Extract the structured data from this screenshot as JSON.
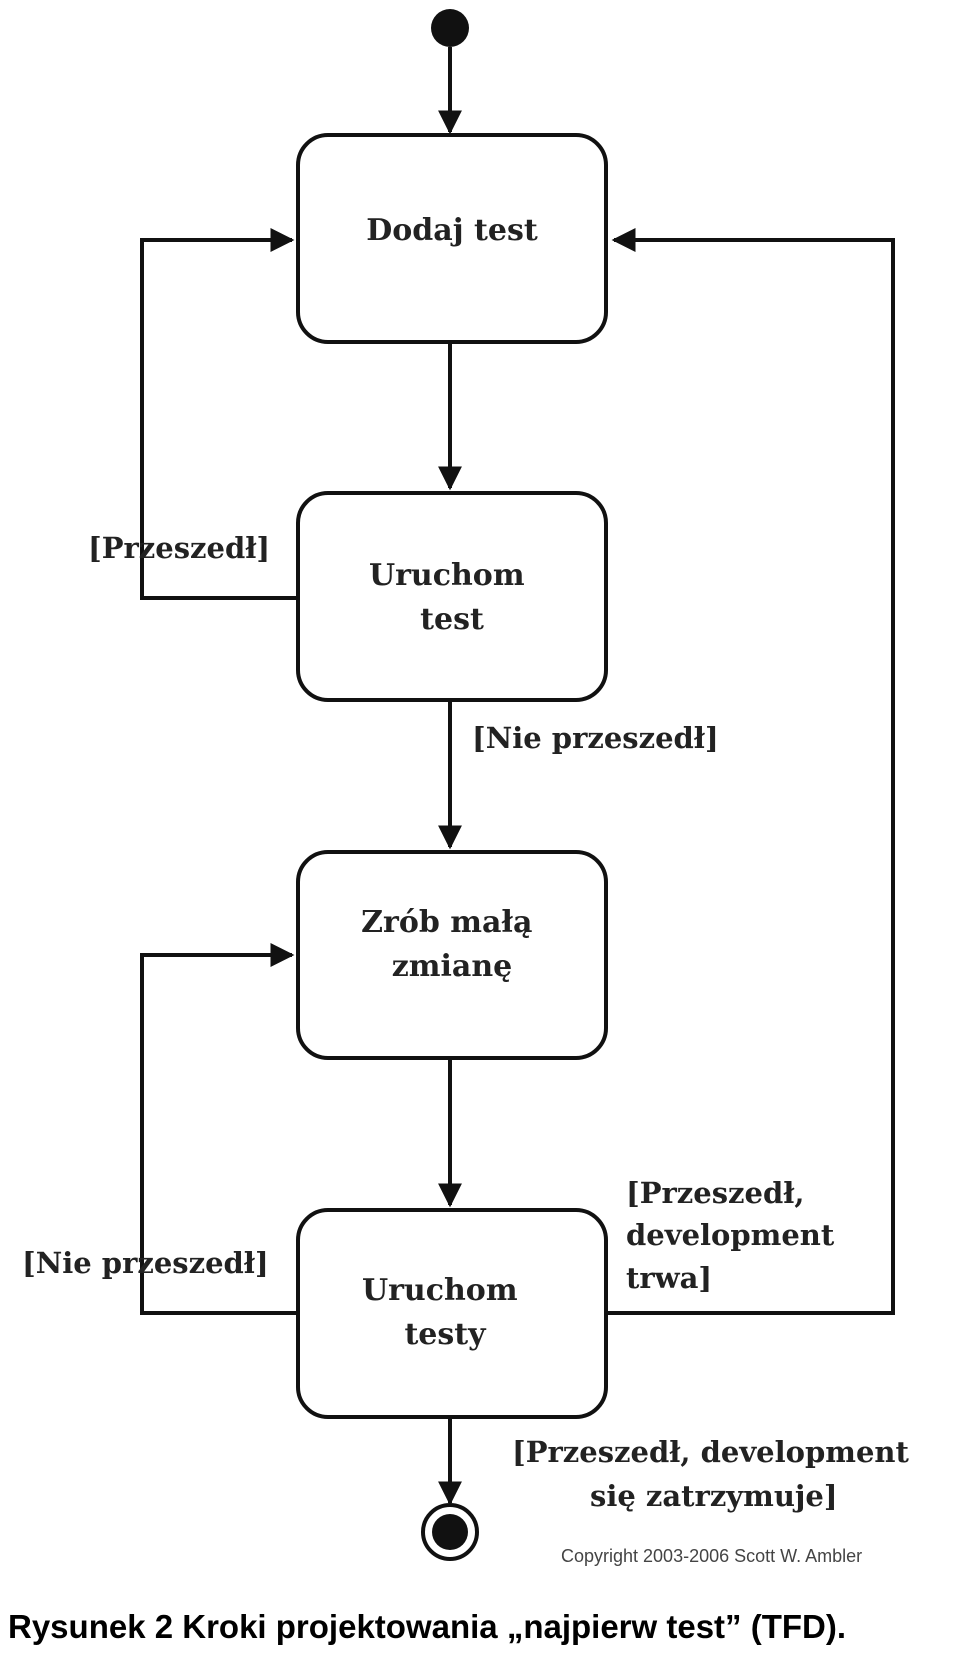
{
  "states": {
    "add_test": [
      "Dodaj test"
    ],
    "run_test": [
      "Uruchom",
      "test"
    ],
    "make_change": [
      "Zrób małą",
      "zmianę"
    ],
    "run_tests": [
      "Uruchom",
      "testy"
    ]
  },
  "guards": {
    "run_test_passed": [
      "[Przeszedł]"
    ],
    "run_test_failed": [
      "[Nie przeszedł]"
    ],
    "run_tests_failed": [
      "[Nie przeszedł]"
    ],
    "run_tests_passed_continue": [
      "[Przeszedł,",
      "development",
      "trwa]"
    ],
    "run_tests_passed_stop": [
      "[Przeszedł, development",
      "się zatrzymuje]"
    ]
  },
  "copyright": "Copyright 2003-2006 Scott W. Ambler",
  "caption": "Rysunek 2 Kroki projektowania „najpierw test” (TFD)."
}
